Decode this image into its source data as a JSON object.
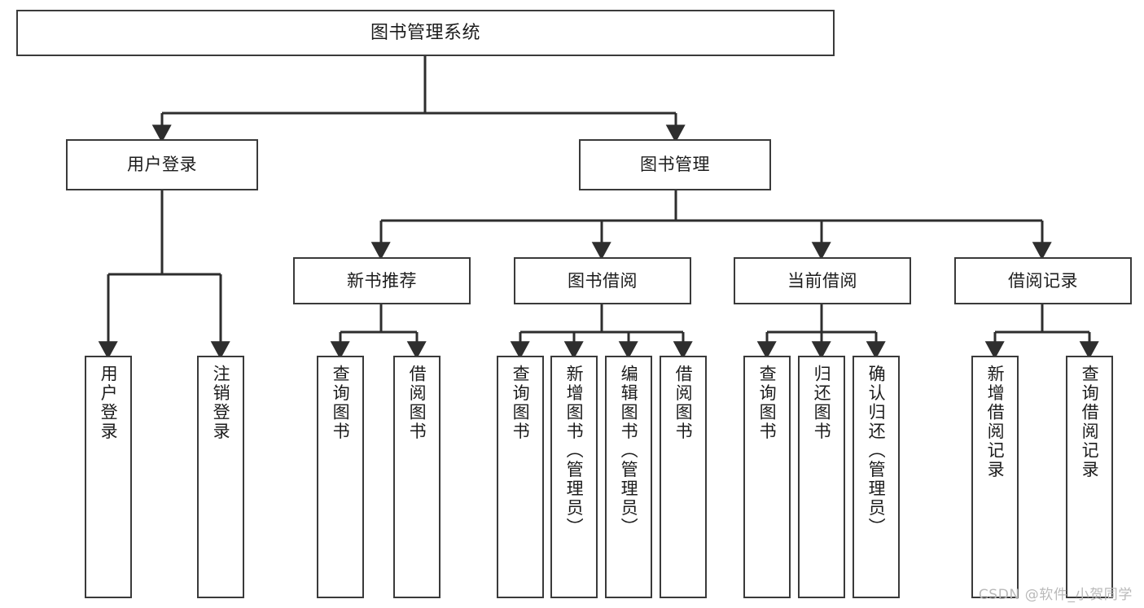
{
  "diagram": {
    "type": "tree-hierarchy-chart",
    "title": "图书管理系统",
    "orientation": "top-down",
    "colors": {
      "box_border": "#3a3a3a",
      "box_fill": "#ffffff",
      "connector": "#2e2e2e",
      "text": "#1c1c1c",
      "watermark": "#b9b9b9",
      "background": "#ffffff"
    }
  },
  "root": {
    "label": "图书管理系统"
  },
  "level1": [
    {
      "label": "用户登录"
    },
    {
      "label": "图书管理"
    }
  ],
  "level2": [
    {
      "label": "新书推荐"
    },
    {
      "label": "图书借阅"
    },
    {
      "label": "当前借阅"
    },
    {
      "label": "借阅记录"
    }
  ],
  "leaves": {
    "user_login": [
      {
        "label": "用户登录"
      },
      {
        "label": "注销登录"
      }
    ],
    "new_book_recommend": [
      {
        "label": "查询图书"
      },
      {
        "label": "借阅图书"
      }
    ],
    "book_borrow": [
      {
        "label": "查询图书"
      },
      {
        "label": "新增图书（管理员）"
      },
      {
        "label": "编辑图书（管理员）"
      },
      {
        "label": "借阅图书"
      }
    ],
    "current_borrow": [
      {
        "label": "查询图书"
      },
      {
        "label": "归还图书"
      },
      {
        "label": "确认归还（管理员）"
      }
    ],
    "borrow_record": [
      {
        "label": "新增借阅记录"
      },
      {
        "label": "查询借阅记录"
      }
    ]
  },
  "watermark": {
    "text": "CSDN @软件_小贺同学"
  }
}
